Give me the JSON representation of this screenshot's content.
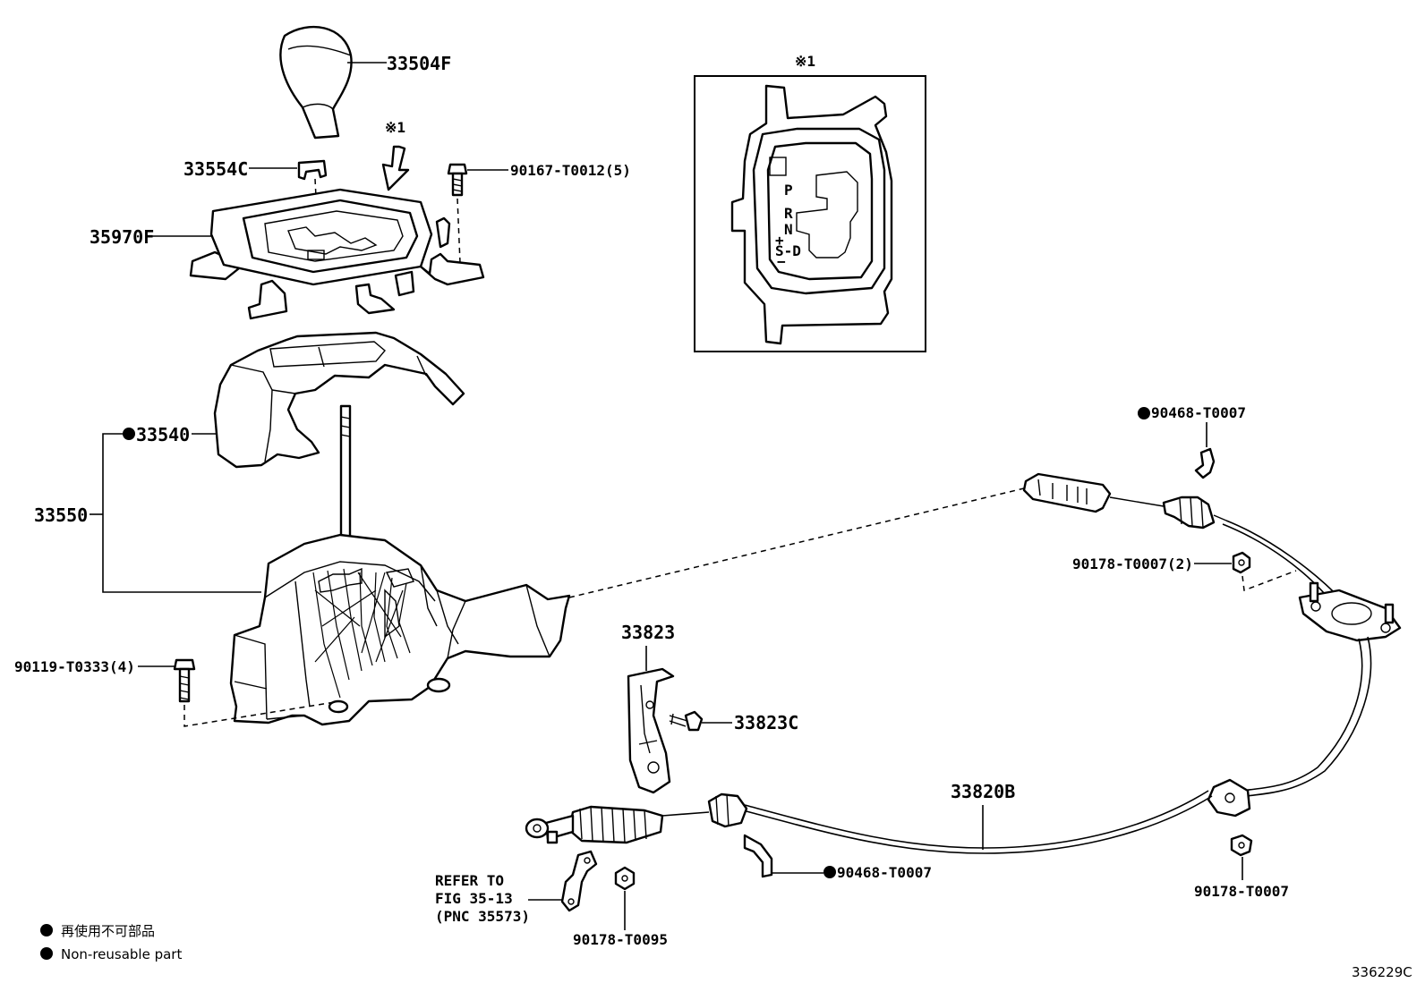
{
  "labels": {
    "knob": "33504F",
    "clip_top": "33554C",
    "bolt_top": "90167-T0012(5)",
    "bezel": "35970F",
    "cover": "33540",
    "assembly": "33550",
    "bolt_base": "90119-T0333(4)",
    "bracket": "33823",
    "bracket_screw": "33823C",
    "cable": "33820B",
    "clip_right_top": "90468-T0007",
    "nut_right_mid": "90178-T0007(2)",
    "clip_mid_bottom": "90468-T0007",
    "nut_right_bottom": "90178-T0007",
    "nut_bottom": "90178-T0095",
    "refer_line1": "REFER TO",
    "refer_line2": "FIG 35-13",
    "refer_line3": "(PNC 35573)"
  },
  "detail": {
    "mark": "※1",
    "arrow_mark": "※1",
    "gate_p": "P",
    "gate_r": "R",
    "gate_n": "N",
    "gate_plus": "+",
    "gate_sd": "S-D",
    "gate_minus": "−"
  },
  "legend": {
    "japanese": "再使用不可部品",
    "english": "Non-reusable part"
  },
  "figure_id": "336229C"
}
